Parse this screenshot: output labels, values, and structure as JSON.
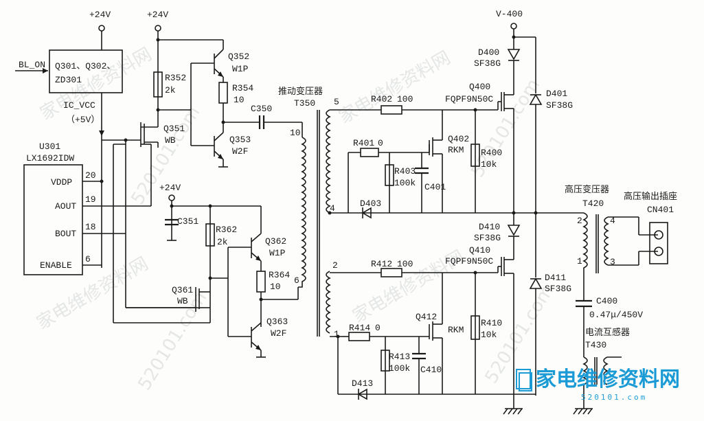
{
  "supply": {
    "plus24_a": "+24V",
    "plus24_b": "+24V",
    "plus24_c": "+24V",
    "v400": "V-400"
  },
  "signals": {
    "bl_on": "BL_ON",
    "ic_vcc": "IC_VCC",
    "plus5": "（+5V）"
  },
  "blocks": {
    "q301": "Q301、Q302、",
    "zd301": "ZD301"
  },
  "ic": {
    "ref": "U301",
    "part": "LX1692IDW",
    "pins": [
      {
        "name": "VDDP",
        "num": "20"
      },
      {
        "name": "AOUT",
        "num": "19"
      },
      {
        "name": "BOUT",
        "num": "18"
      },
      {
        "name": "ENABLE",
        "num": "6"
      }
    ]
  },
  "components": {
    "q352": "Q352",
    "q352v": "W1P",
    "r352": "R352",
    "r352v": "2k",
    "r354": "R354",
    "r354v": "10",
    "q353": "Q353",
    "q353v": "W2F",
    "q351": "Q351",
    "q351v": "WB",
    "c350": "C350",
    "c351": "C351",
    "r362": "R362",
    "r362v": "2k",
    "q362": "Q362",
    "q362v": "W1P",
    "r364": "R364",
    "r364v": "10",
    "q361": "Q361",
    "q361v": "WB",
    "q363": "Q363",
    "q363v": "W2F",
    "t350_title": "推动变压器",
    "t350": "T350",
    "t_pin10": "10",
    "t_pin6": "6",
    "t_pin5": "5",
    "t_pin4": "4",
    "t_pin2": "2",
    "t_pin1": "1",
    "r402": "R402",
    "r402v": "100",
    "r401": "R401",
    "r401v": "0",
    "r403": "R403",
    "r403v": "100k",
    "c401": "C401",
    "q402": "Q402",
    "q402v": "RKM",
    "r400": "R400",
    "r400v": "10k",
    "d403": "D403",
    "q400": "Q400",
    "q400v": "FQPF9N50C",
    "d400": "D400",
    "d400v": "SF38G",
    "d401": "D401",
    "d401v": "SF38G",
    "r412": "R412",
    "r412v": "100",
    "r414": "R414",
    "r414v": "0",
    "r413": "R413",
    "r413v": "100k",
    "c410": "C410",
    "q412": "Q412",
    "q412v": "RKM",
    "r410": "R410",
    "r410v": "10k",
    "d413": "D413",
    "q410": "Q410",
    "q410v": "FQPF9N50C",
    "d410": "D410",
    "d410v": "SF38G",
    "d411": "D411",
    "d411v": "SF38G",
    "hv_title": "高压变压器",
    "t420": "T420",
    "t420_p2": "2",
    "t420_p1": "1",
    "t420_s4": "4",
    "t420_s3": "3",
    "cn_title": "高压输出插座",
    "cn401": "CN401",
    "c400": "C400",
    "c400v": "0.47μ/450V",
    "ct_title": "电流互感器",
    "t430": "T430"
  },
  "watermark": {
    "logo": "家电维修资料网",
    "url": "520101.com"
  }
}
